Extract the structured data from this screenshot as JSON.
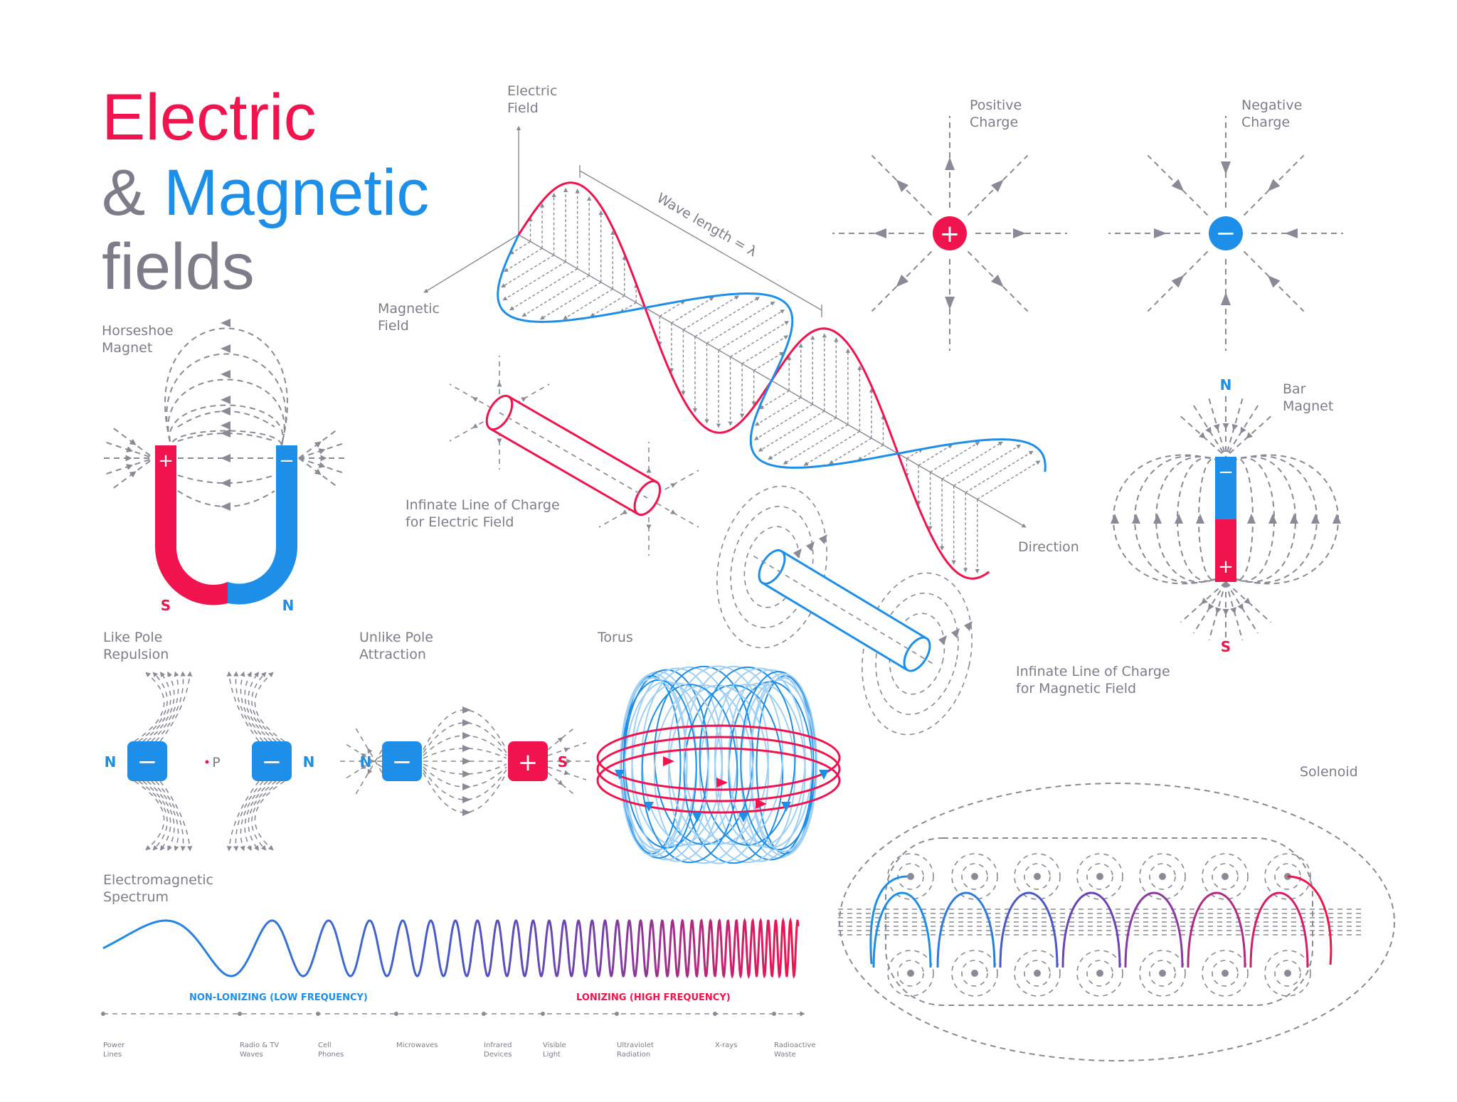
{
  "title": {
    "line1": "Electric",
    "line2_a": "& ",
    "line2_b": "Magnetic",
    "line3": "fields"
  },
  "colors": {
    "red": "#f0134d",
    "blue": "#1d8fe8",
    "gray": "#7d7d8a",
    "purple": "#7a3fa8"
  },
  "labels": {
    "electric_field": [
      "Electric",
      "Field"
    ],
    "magnetic_field": [
      "Magnetic",
      "Field"
    ],
    "wave_length": "Wave length = λ",
    "direction": "Direction",
    "positive_charge": [
      "Positive",
      "Charge"
    ],
    "negative_charge": [
      "Negative",
      "Charge"
    ],
    "horseshoe": [
      "Horseshoe",
      "Magnet"
    ],
    "bar_magnet": [
      "Bar",
      "Magnet"
    ],
    "line_charge_electric": [
      "Infinate Line of Charge",
      "for Electric Field"
    ],
    "line_charge_magnetic": [
      "Infinate Line of Charge",
      "for Magnetic Field"
    ],
    "like_pole": [
      "Like Pole",
      "Repulsion"
    ],
    "unlike_pole": [
      "Unlike Pole",
      "Attraction"
    ],
    "torus": "Torus",
    "solenoid": "Solenoid",
    "em_spectrum": [
      "Electromagnetic",
      "Spectrum"
    ],
    "non_ionizing": "NON-LONIZING (LOW FREQUENCY)",
    "ionizing": "LONIZING (HIGH FREQUENCY)"
  },
  "poles": {
    "N": "N",
    "S": "S",
    "P": "P",
    "plus": "+",
    "minus": "−"
  },
  "spectrum_ticks": [
    [
      "Power",
      "Lines"
    ],
    [
      "Radio & TV",
      "Waves"
    ],
    [
      "Cell",
      "Phones"
    ],
    [
      "Microwaves"
    ],
    [
      "Infrared",
      "Devices"
    ],
    [
      "Visible",
      "Light"
    ],
    [
      "Ultraviolet",
      "Radiation"
    ],
    [
      "X-rays"
    ],
    [
      "Radioactive",
      "Waste"
    ]
  ]
}
